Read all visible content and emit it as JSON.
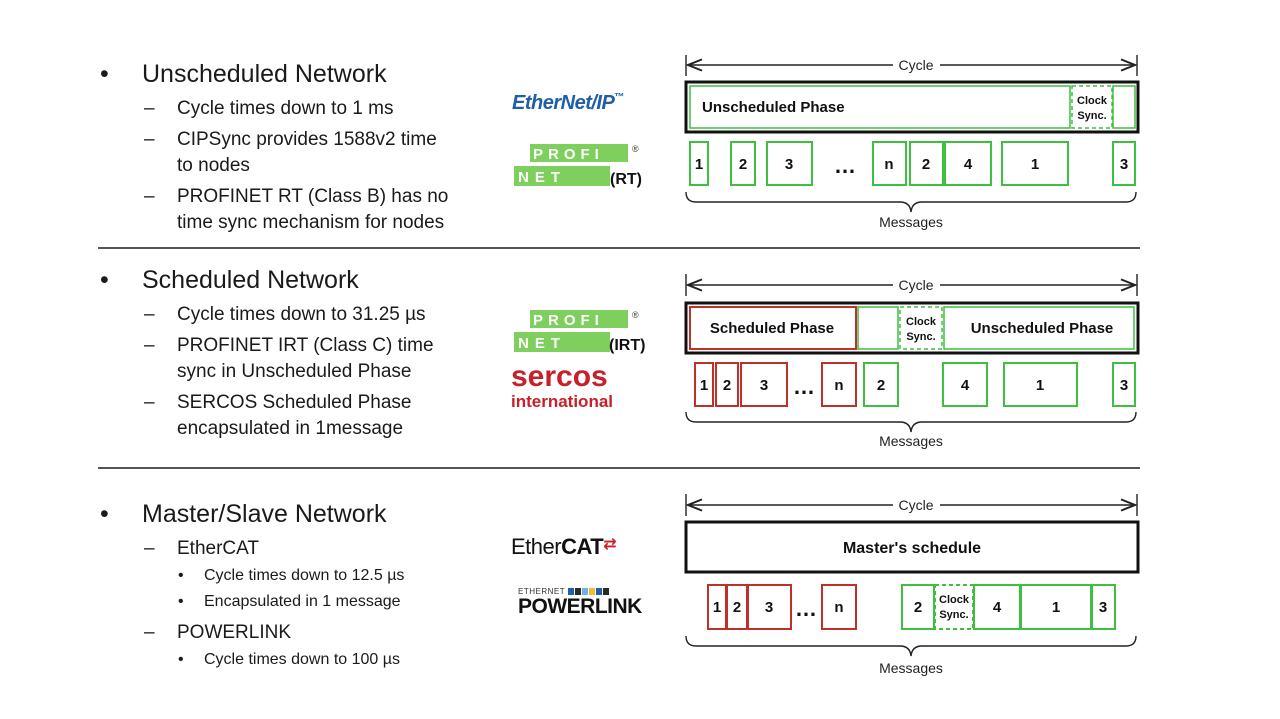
{
  "sections": [
    {
      "title": "Unscheduled Network",
      "items": [
        {
          "level": 1,
          "lines": [
            "Cycle times down to 1 ms"
          ]
        },
        {
          "level": 1,
          "lines": [
            "CIPSync provides 1588v2 time",
            "to nodes"
          ]
        },
        {
          "level": 1,
          "lines": [
            "PROFINET RT (Class B) has no",
            "time sync mechanism for nodes"
          ]
        }
      ],
      "logos": [
        "EtherNet/IP",
        "PROFINET (RT)"
      ],
      "diagram": {
        "cycle_label": "Cycle",
        "messages_label": "Messages",
        "phases": [
          {
            "label": "Unscheduled Phase",
            "type": "unscheduled"
          },
          {
            "label": "Clock Sync.",
            "type": "clock"
          }
        ],
        "messages": [
          {
            "label": "1",
            "color": "green"
          },
          {
            "label": "2",
            "color": "green"
          },
          {
            "label": "3",
            "color": "green"
          },
          {
            "label": "…",
            "color": "none"
          },
          {
            "label": "n",
            "color": "green"
          },
          {
            "label": "2",
            "color": "green"
          },
          {
            "label": "4",
            "color": "green"
          },
          {
            "label": "1",
            "color": "green"
          },
          {
            "label": "3",
            "color": "green"
          }
        ]
      }
    },
    {
      "title": "Scheduled Network",
      "items": [
        {
          "level": 1,
          "lines": [
            "Cycle times down to 31.25 µs"
          ]
        },
        {
          "level": 1,
          "lines": [
            "PROFINET IRT (Class C) time",
            "sync in Unscheduled Phase"
          ]
        },
        {
          "level": 1,
          "lines": [
            "SERCOS Scheduled Phase",
            "encapsulated in 1message"
          ]
        }
      ],
      "logos": [
        "PROFINET (IRT)",
        "sercos international"
      ],
      "diagram": {
        "cycle_label": "Cycle",
        "messages_label": "Messages",
        "phases": [
          {
            "label": "Scheduled Phase",
            "type": "scheduled"
          },
          {
            "label": "Clock Sync.",
            "type": "clock"
          },
          {
            "label": "Unscheduled Phase",
            "type": "unscheduled"
          }
        ],
        "messages": [
          {
            "label": "1",
            "color": "red"
          },
          {
            "label": "2",
            "color": "red"
          },
          {
            "label": "3",
            "color": "red"
          },
          {
            "label": "…",
            "color": "none"
          },
          {
            "label": "n",
            "color": "red"
          },
          {
            "label": "2",
            "color": "green"
          },
          {
            "label": "4",
            "color": "green"
          },
          {
            "label": "1",
            "color": "green"
          },
          {
            "label": "3",
            "color": "green"
          }
        ]
      }
    },
    {
      "title": "Master/Slave Network",
      "items": [
        {
          "level": 1,
          "lines": [
            "EtherCAT"
          ]
        },
        {
          "level": 2,
          "lines": [
            "Cycle times down to 12.5 µs"
          ]
        },
        {
          "level": 2,
          "lines": [
            "Encapsulated in 1 message"
          ]
        },
        {
          "level": 1,
          "lines": [
            "POWERLINK"
          ]
        },
        {
          "level": 2,
          "lines": [
            "Cycle times down to 100 µs"
          ]
        }
      ],
      "logos": [
        "EtherCAT",
        "ETHERNET POWERLINK"
      ],
      "diagram": {
        "cycle_label": "Cycle",
        "messages_label": "Messages",
        "phases": [
          {
            "label": "Master's schedule",
            "type": "master"
          }
        ],
        "messages": [
          {
            "label": "1",
            "color": "red"
          },
          {
            "label": "2",
            "color": "red"
          },
          {
            "label": "3",
            "color": "red"
          },
          {
            "label": "…",
            "color": "none"
          },
          {
            "label": "n",
            "color": "red"
          },
          {
            "label": "2",
            "color": "green"
          },
          {
            "label": "Clock Sync.",
            "color": "green-dashed"
          },
          {
            "label": "4",
            "color": "green"
          },
          {
            "label": "1",
            "color": "green"
          },
          {
            "label": "3",
            "color": "green"
          }
        ]
      }
    }
  ],
  "colors": {
    "green": "#3fbf3f",
    "red": "#c0302a",
    "black": "#111111",
    "text": "#1a1a1a",
    "ethernetip_blue": "#1f5fa8",
    "sercos_red": "#c8202a"
  }
}
